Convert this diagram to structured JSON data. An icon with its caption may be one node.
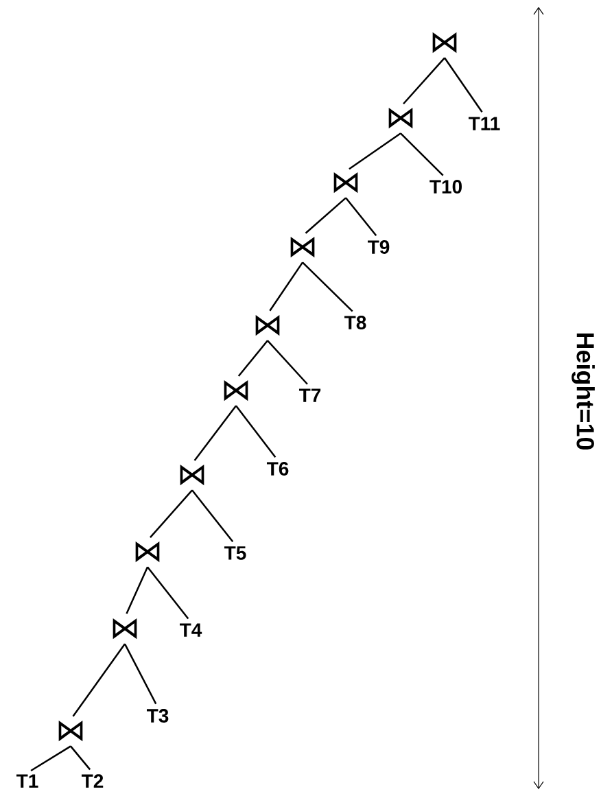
{
  "diagram": {
    "nodes": [
      {
        "text": [
          "⋈"
        ]
      },
      {
        "text": [
          "⋈"
        ]
      },
      {
        "text": [
          "T11"
        ]
      },
      {
        "text": [
          "⋈"
        ]
      },
      {
        "text": [
          "T10"
        ]
      },
      {
        "text": [
          "⋈"
        ]
      },
      {
        "text": [
          "T9"
        ]
      },
      {
        "text": [
          "⋈"
        ]
      },
      {
        "text": [
          "T8"
        ]
      },
      {
        "text": [
          "⋈"
        ]
      },
      {
        "text": [
          "T7"
        ]
      },
      {
        "text": [
          "⋈"
        ]
      },
      {
        "text": [
          "T6"
        ]
      },
      {
        "text": [
          "⋈"
        ]
      },
      {
        "text": [
          "T5"
        ]
      },
      {
        "text": [
          "⋈"
        ]
      },
      {
        "text": [
          "T4"
        ]
      },
      {
        "text": [
          "⋈"
        ]
      },
      {
        "text": [
          "T3"
        ]
      },
      {
        "text": [
          "T1"
        ]
      },
      {
        "text": [
          "T2"
        ]
      }
    ],
    "edges": [
      {
        "from": 0,
        "to": 1,
        "arrow": "none"
      },
      {
        "from": 0,
        "to": 2,
        "arrow": "none"
      },
      {
        "from": 1,
        "to": 3,
        "arrow": "none"
      },
      {
        "from": 1,
        "to": 4,
        "arrow": "none"
      },
      {
        "from": 3,
        "to": 5,
        "arrow": "none"
      },
      {
        "from": 3,
        "to": 6,
        "arrow": "none"
      },
      {
        "from": 5,
        "to": 7,
        "arrow": "none"
      },
      {
        "from": 5,
        "to": 8,
        "arrow": "none"
      },
      {
        "from": 7,
        "to": 9,
        "arrow": "none"
      },
      {
        "from": 7,
        "to": 10,
        "arrow": "none"
      },
      {
        "from": 9,
        "to": 11,
        "arrow": "none"
      },
      {
        "from": 9,
        "to": 12,
        "arrow": "none"
      },
      {
        "from": 11,
        "to": 13,
        "arrow": "none"
      },
      {
        "from": 11,
        "to": 14,
        "arrow": "none"
      },
      {
        "from": 13,
        "to": 15,
        "arrow": "none"
      },
      {
        "from": 13,
        "to": 16,
        "arrow": "none"
      },
      {
        "from": 15,
        "to": 17,
        "arrow": "none"
      },
      {
        "from": 15,
        "to": 18,
        "arrow": "none"
      },
      {
        "from": 17,
        "to": 19,
        "arrow": "none"
      },
      {
        "from": 17,
        "to": 20,
        "arrow": "none"
      }
    ],
    "labels": [
      "Height=10"
    ]
  }
}
